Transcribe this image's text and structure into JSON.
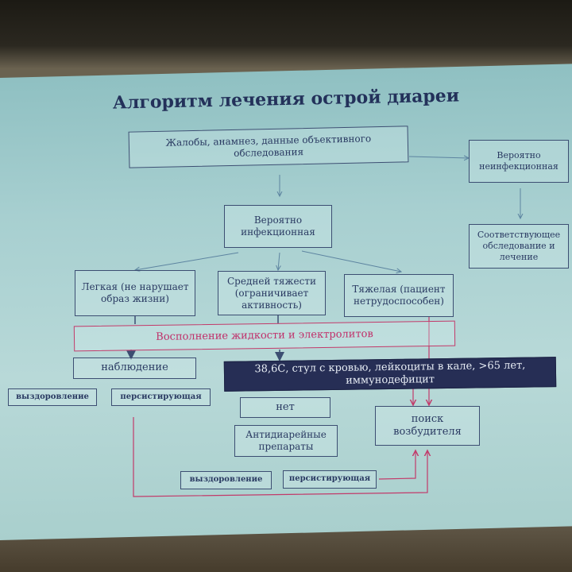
{
  "diagram": {
    "title": "Алгоритм лечения острой диареи",
    "nodes": {
      "complaints": "Жалобы, анамнез, данные объективного обследования",
      "non_infectious": "Вероятно неинфекционная",
      "infectious": "Вероятно инфекционная",
      "appropriate_exam": "Соответствующее обследование и лечение",
      "mild": "Легкая (не нарушает образ жизни)",
      "moderate": "Средней тяжести (ограничивает активность)",
      "severe": "Тяжелая (пациент нетрудоспособен)",
      "rehydration": "Восполнение жидкости и электролитов",
      "observation": "наблюдение",
      "criteria": "38,6С, стул с кровью, лейкоциты в кале, >65 лет, иммунодефицит",
      "recovery_1": "выздоровление",
      "persistent_1": "персистирующая",
      "no": "нет",
      "antidiarrheal": "Антидиарейные препараты",
      "pathogen_search": "поиск возбудителя",
      "recovery_2": "выздоровление",
      "persistent_2": "персистирующая"
    },
    "colors": {
      "box_border": "#3c4e72",
      "text": "#2a3a62",
      "accent_pink": "#c0306a",
      "dark_box": "#262e55"
    }
  }
}
